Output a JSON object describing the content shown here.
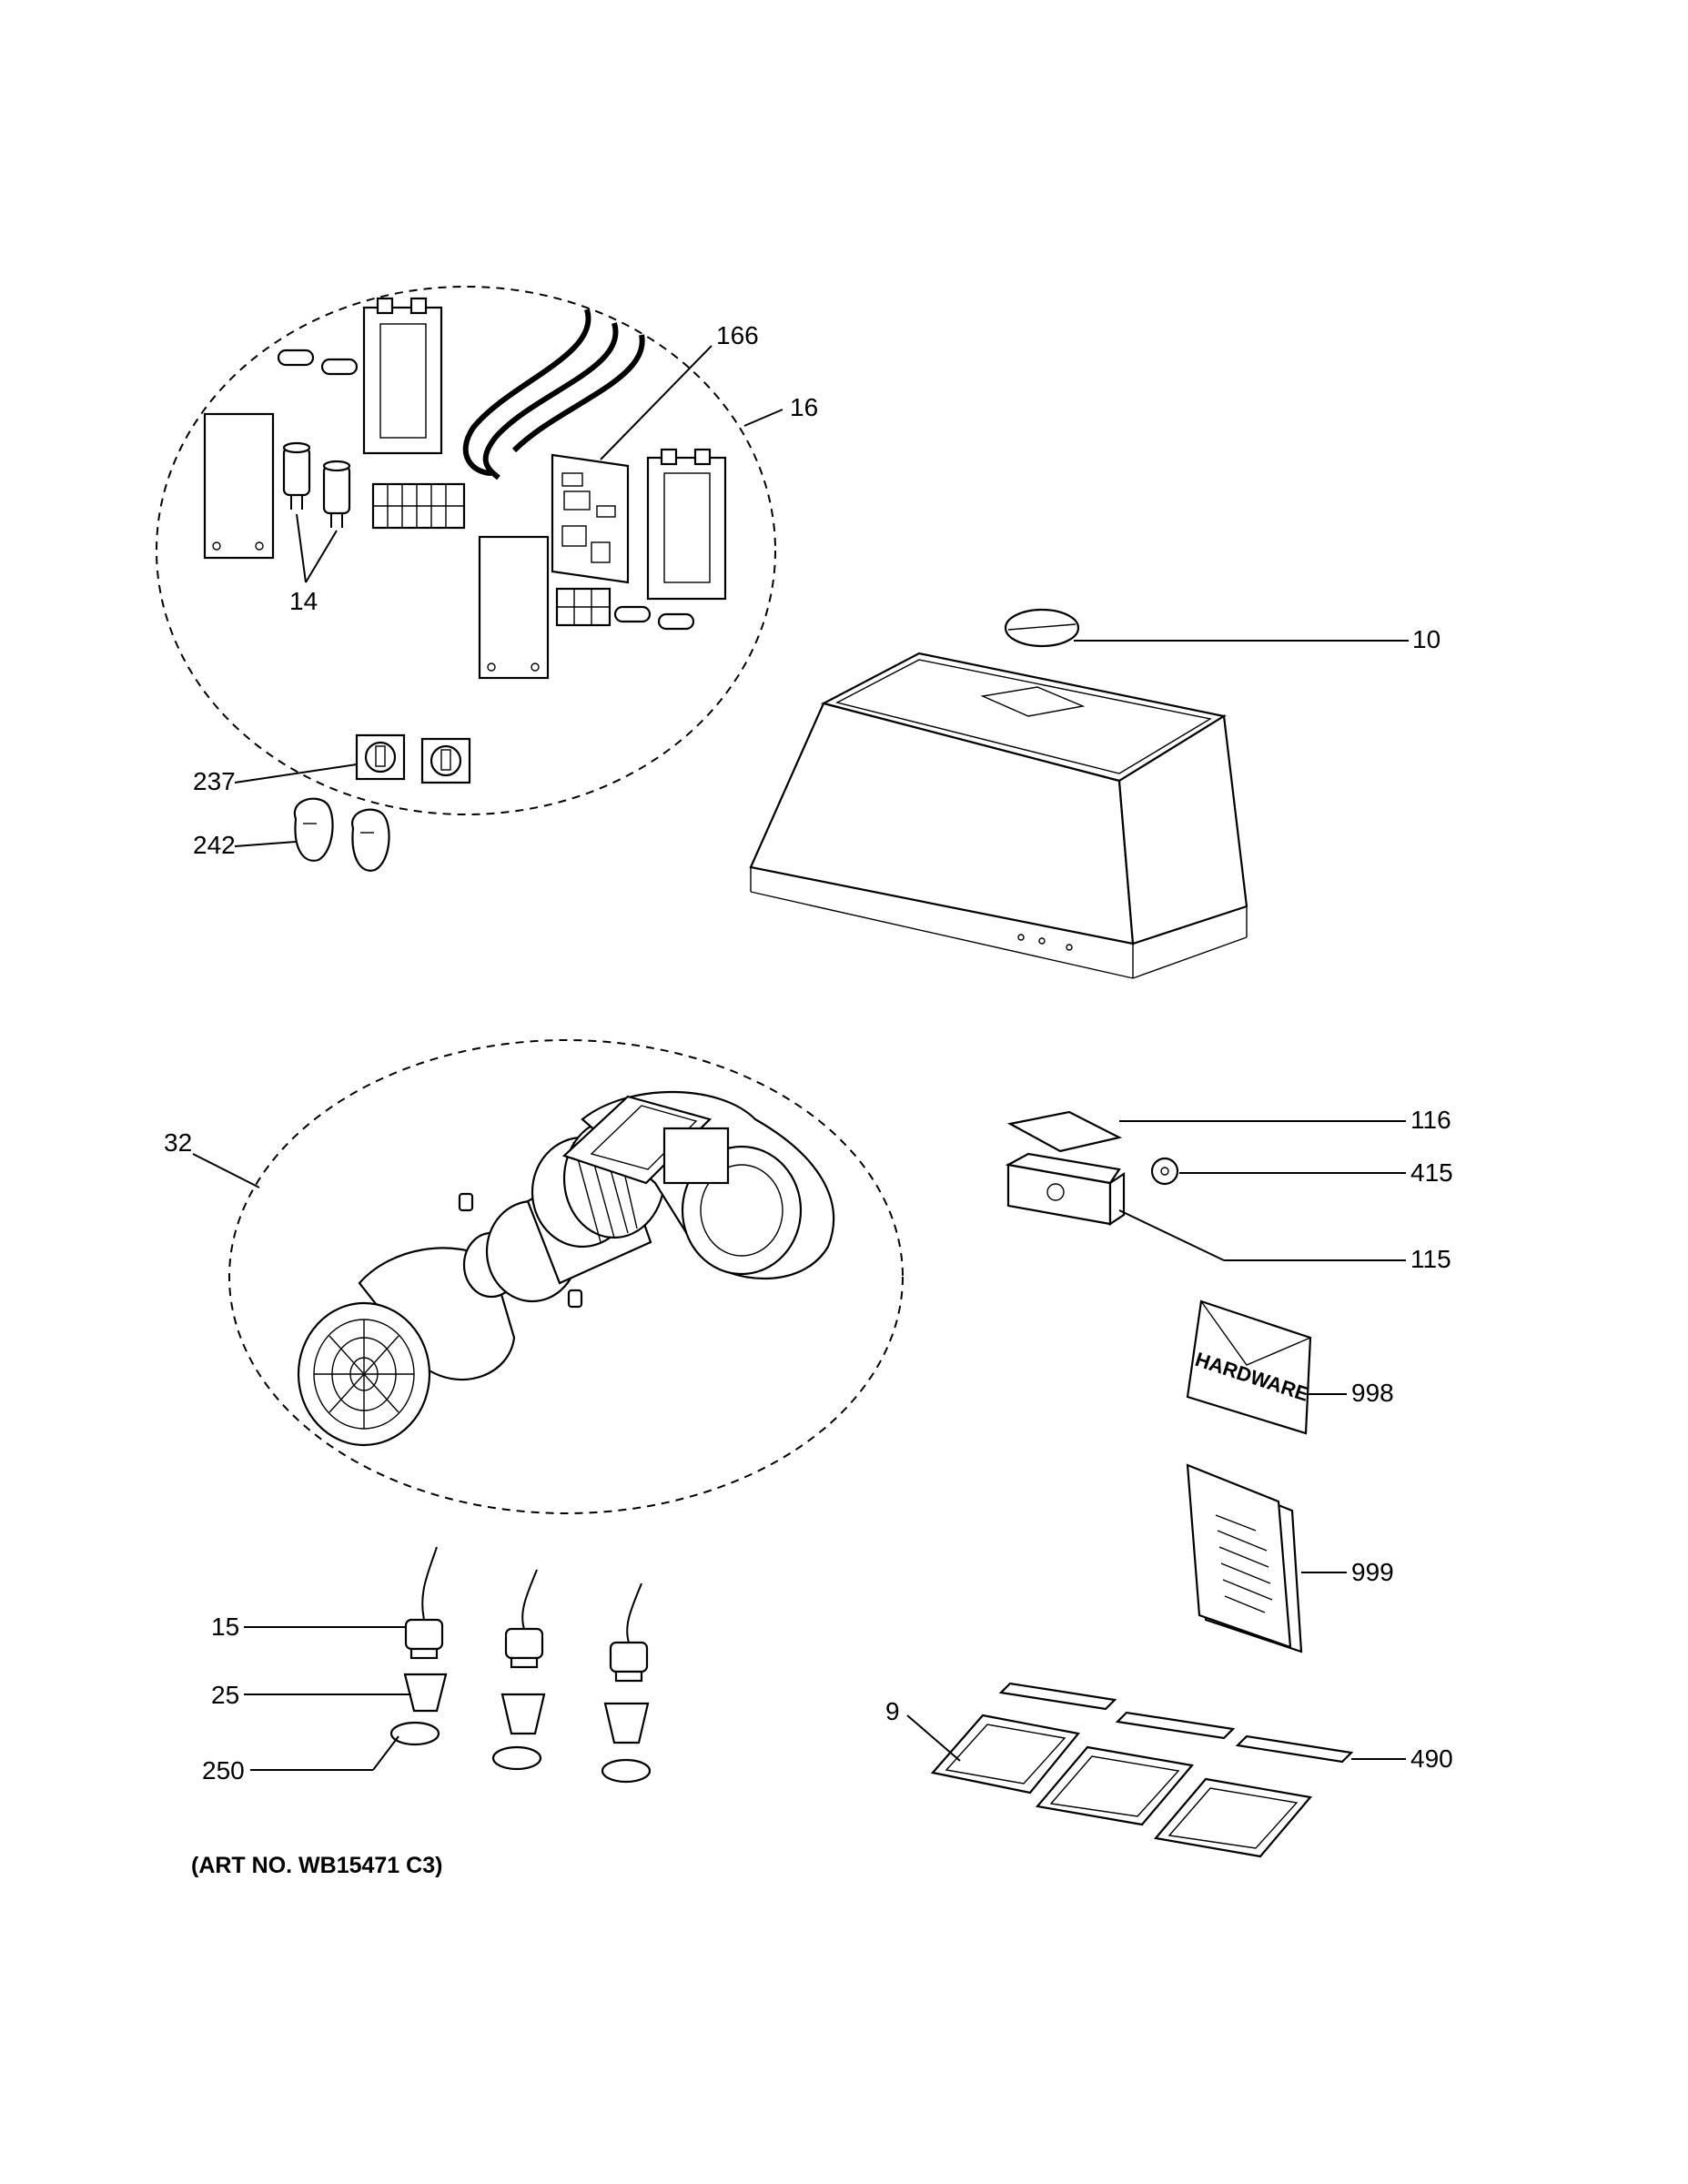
{
  "callouts": {
    "c166": "166",
    "c16": "16",
    "c14": "14",
    "c10": "10",
    "c237": "237",
    "c242": "242",
    "c32": "32",
    "c116": "116",
    "c415": "415",
    "c115": "115",
    "c998": "998",
    "c999": "999",
    "c15": "15",
    "c25": "25",
    "c250": "250",
    "c9": "9",
    "c490": "490"
  },
  "hardware_label": "HARDWARE",
  "art_number": "(ART NO. WB15471 C3)"
}
